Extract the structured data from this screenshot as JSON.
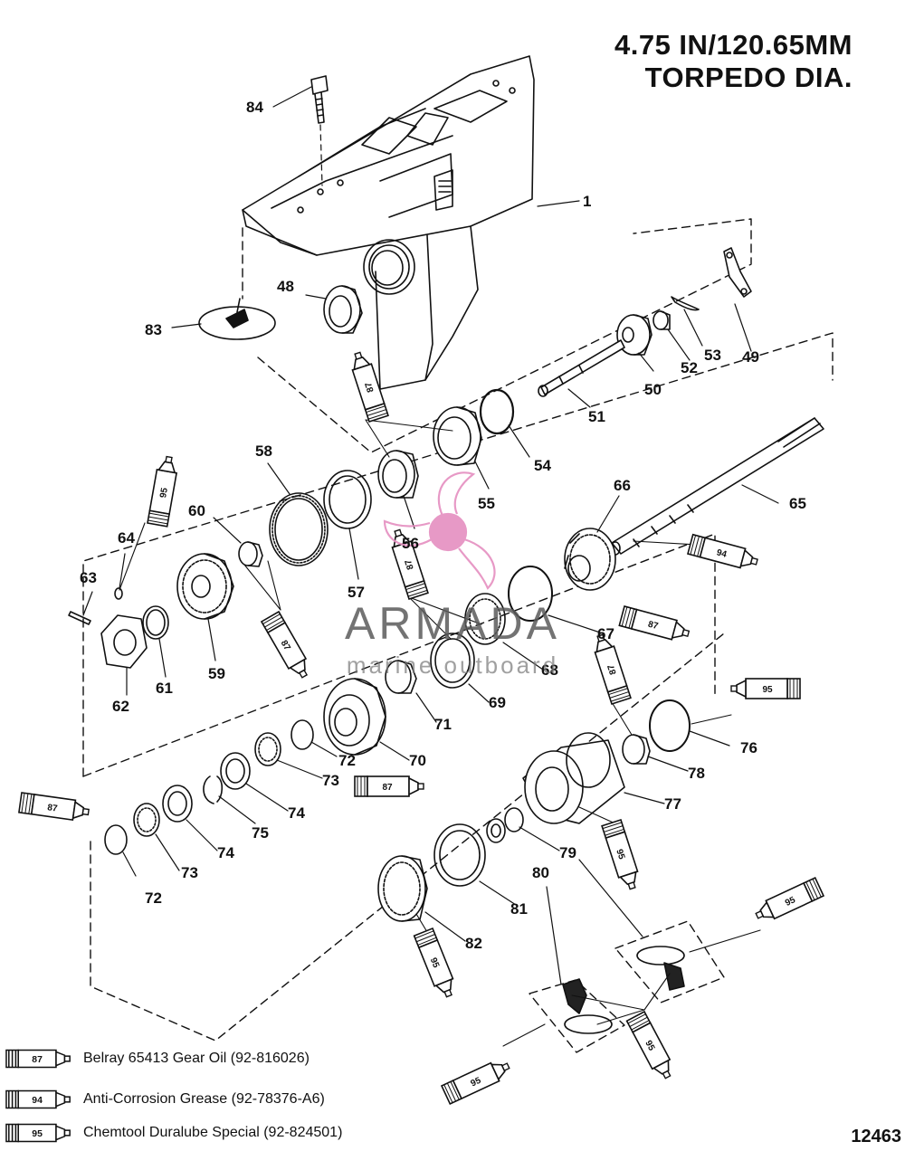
{
  "title": {
    "line1": "4.75 IN/120.65MM",
    "line2": "TORPEDO DIA."
  },
  "callouts": {
    "c1": "1",
    "c48": "48",
    "c49": "49",
    "c50": "50",
    "c51": "51",
    "c52": "52",
    "c53": "53",
    "c54": "54",
    "c55": "55",
    "c56": "56",
    "c57": "57",
    "c58": "58",
    "c59": "59",
    "c60": "60",
    "c61": "61",
    "c62": "62",
    "c63": "63",
    "c64": "64",
    "c65": "65",
    "c66": "66",
    "c67": "67",
    "c68": "68",
    "c69": "69",
    "c70": "70",
    "c71": "71",
    "c72a": "72",
    "c72b": "72",
    "c73a": "73",
    "c73b": "73",
    "c74a": "74",
    "c74b": "74",
    "c75": "75",
    "c76": "76",
    "c77": "77",
    "c78": "78",
    "c79": "79",
    "c80": "80",
    "c81": "81",
    "c82": "82",
    "c83": "83",
    "c84": "84"
  },
  "tubes": {
    "t87": "87",
    "t94": "94",
    "t95": "95"
  },
  "legend": [
    {
      "code": "87",
      "text": "Belray 65413 Gear Oil (92-816026)"
    },
    {
      "code": "94",
      "text": "Anti-Corrosion Grease (92-78376-A6)"
    },
    {
      "code": "95",
      "text": "Chemtool Duralube Special (92-824501)"
    }
  ],
  "figure_number": "12463",
  "watermark": {
    "brand": "ARMADA",
    "sub": "marine outboard"
  },
  "colors": {
    "ink": "#111111",
    "watermark_pink": "#e58fc0"
  }
}
